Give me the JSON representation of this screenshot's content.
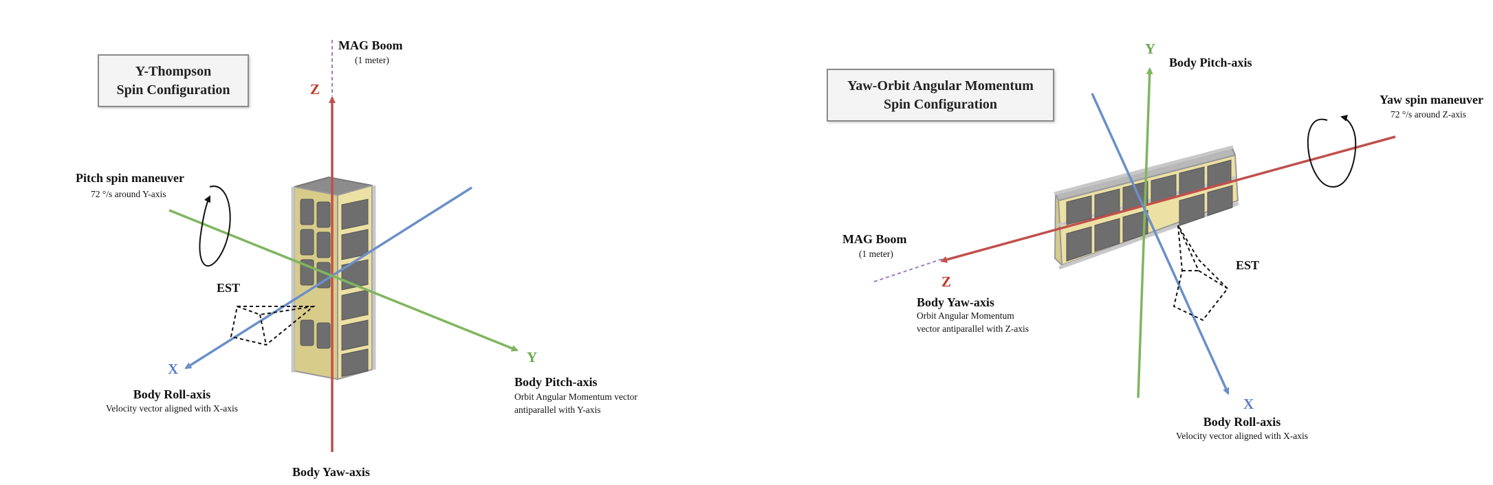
{
  "left": {
    "title_line1": "Y-Thompson",
    "title_line2": "Spin Configuration",
    "mag_boom": "MAG Boom",
    "mag_boom_length": "(1 meter)",
    "axis_z": "Z",
    "axis_x": "X",
    "axis_y": "Y",
    "maneuver_title": "Pitch spin maneuver",
    "maneuver_rate": "72 °/s around Y-axis",
    "est": "EST",
    "roll_title": "Body Roll-axis",
    "roll_desc": "Velocity vector aligned with X-axis",
    "pitch_title": "Body Pitch-axis",
    "pitch_desc_1": "Orbit Angular Momentum vector",
    "pitch_desc_2": "antiparallel with Y-axis",
    "yaw_title": "Body Yaw-axis"
  },
  "right": {
    "title_line1": "Yaw-Orbit Angular Momentum",
    "title_line2": "Spin Configuration",
    "axis_y": "Y",
    "axis_z": "Z",
    "axis_x": "X",
    "pitch_title": "Body Pitch-axis",
    "maneuver_title": "Yaw spin maneuver",
    "maneuver_rate": "72 °/s around Z-axis",
    "mag_boom": "MAG Boom",
    "mag_boom_length": "(1 meter)",
    "est": "EST",
    "yaw_title": "Body Yaw-axis",
    "yaw_desc_1": "Orbit Angular Momentum",
    "yaw_desc_2": "vector antiparallel with Z-axis",
    "roll_title": "Body Roll-axis",
    "roll_desc": "Velocity vector aligned with X-axis"
  },
  "colors": {
    "z_axis": "#c0504d",
    "y_axis": "#7fb55f",
    "x_axis": "#6b8fc9",
    "panel_frame": "#e8dca0",
    "solar_panel": "#6e6e6e"
  }
}
